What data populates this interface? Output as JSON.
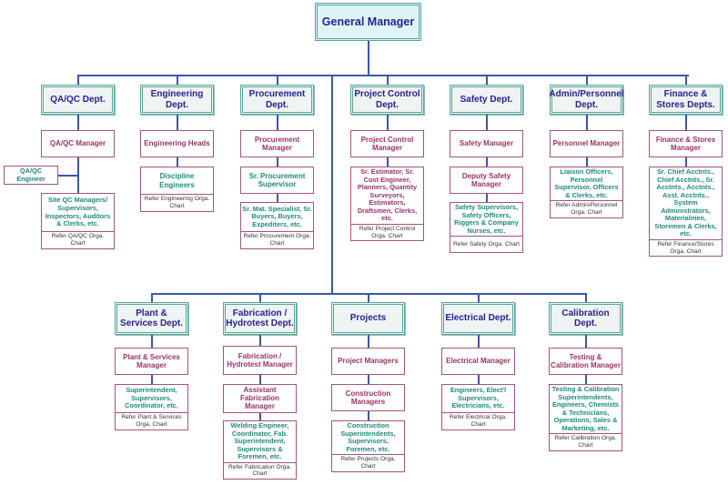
{
  "general_manager": "General Manager",
  "colors": {
    "line": "#3b57a6",
    "dept_border": "#5aa59b",
    "dept_text": "#2b2090",
    "manager_text": "#993366",
    "staff_text": "#1f8a7c"
  },
  "top_departments": [
    {
      "dept": "QA/QC Dept.",
      "boxes": [
        {
          "text": "QA/QC Manager",
          "kind": "mgr"
        },
        {
          "text": "Site QC Managers/ Supervisors, Inspectors, Auditors & Clerks, etc.",
          "kind": "staff",
          "ref": "Refer QA/QC Orga. Chart"
        }
      ],
      "side_box": "QA/QC Engineer"
    },
    {
      "dept": "Engineering Dept.",
      "boxes": [
        {
          "text": "Engineering Heads",
          "kind": "mgr"
        },
        {
          "text": "Discipline Engineers",
          "kind": "staff big",
          "ref": "Refer Engineering Orga. Chart"
        }
      ]
    },
    {
      "dept": "Procurement Dept.",
      "boxes": [
        {
          "text": "Procurement Manager",
          "kind": "mgr"
        },
        {
          "text": "Sr. Procurement Supervisor",
          "kind": "staff big"
        },
        {
          "text": "Sr. Mat. Specialist, Sr. Buyers, Buyers, Expediters, etc.",
          "kind": "staff",
          "ref": "Refer Procurement Orga. Chart"
        }
      ]
    },
    {
      "dept": "Project Control Dept.",
      "boxes": [
        {
          "text": "Project Control Manager",
          "kind": "mgr"
        },
        {
          "text": "Sr. Estimator, Sr. Cost Engineer, Planners, Quantity Surveyors, Estimators, Draftsmen, Clerks, etc.",
          "kind": "staff maroon",
          "ref": "Refer Project Control Orga. Chart"
        }
      ]
    },
    {
      "dept": "Safety Dept.",
      "boxes": [
        {
          "text": "Safety Manager",
          "kind": "mgr"
        },
        {
          "text": "Deputy Safety Manager",
          "kind": "mgr"
        },
        {
          "text": "Safety Supervisors, Safety Officers, Riggers & Company Nurses, etc.",
          "kind": "staff",
          "ref": "Refer Safety Orga. Chart"
        }
      ]
    },
    {
      "dept": "Admin/Personnel Dept.",
      "boxes": [
        {
          "text": "Personnel Manager",
          "kind": "mgr"
        },
        {
          "text": "Liaison Officers, Personnel Supervisor, Officers & Clerks, etc.",
          "kind": "staff",
          "ref": "Refer Admin/Personnel Orga. Chart"
        }
      ]
    },
    {
      "dept": "Finance & Stores Depts.",
      "boxes": [
        {
          "text": "Finance & Stores Manager",
          "kind": "mgr"
        },
        {
          "text": "Sr. Chief Acctnts., Chief Acctnts., Sr. Acctnts., Acctnts., Asst. Acctnts., System Administrators, Materialmen, Storemen & Clerks, etc.",
          "kind": "staff",
          "ref": "Refer Finance/Stores Orga. Chart"
        }
      ]
    }
  ],
  "bottom_departments": [
    {
      "dept": "Plant & Services Dept.",
      "boxes": [
        {
          "text": "Plant & Services Manager",
          "kind": "mgr"
        },
        {
          "text": "Superintendent, Supervisors, Coordinator, etc.",
          "kind": "staff",
          "ref": "Refer Plant & Services Orga. Chart"
        }
      ]
    },
    {
      "dept": "Fabrication / Hydrotest Dept.",
      "boxes": [
        {
          "text": "Fabrication / Hydrotest Manager",
          "kind": "mgr"
        },
        {
          "text": "Assistant Fabrication Manager",
          "kind": "mgr"
        },
        {
          "text": "Welding Engineer, Coordinator, Fab. Superintendent, Supervisors & Foremen, etc.",
          "kind": "staff",
          "ref": "Refer Fabrication Orga. Chart"
        }
      ]
    },
    {
      "dept": "Projects",
      "boxes": [
        {
          "text": "Project Managers",
          "kind": "mgr"
        },
        {
          "text": "Construction Managers",
          "kind": "mgr"
        },
        {
          "text": "Construction Superintendents, Supervisors, Foremen, etc.",
          "kind": "staff",
          "ref": "Refer Projects Orga. Chart"
        }
      ]
    },
    {
      "dept": "Electrical Dept.",
      "boxes": [
        {
          "text": "Electrical Manager",
          "kind": "mgr"
        },
        {
          "text": "Engineers, Elect'l Supervisors, Electricians, etc.",
          "kind": "staff",
          "ref": "Refer Electrical Orga. Chart"
        }
      ]
    },
    {
      "dept": "Calibration Dept.",
      "boxes": [
        {
          "text": "Testing & Calibration Manager",
          "kind": "mgr"
        },
        {
          "text": "Testing & Calibration Superintendents, Engineers, Chemists & Technicians, Operations, Sales & Marketing, etc.",
          "kind": "staff",
          "ref": "Refer Calibration Orga. Chart"
        }
      ]
    }
  ]
}
